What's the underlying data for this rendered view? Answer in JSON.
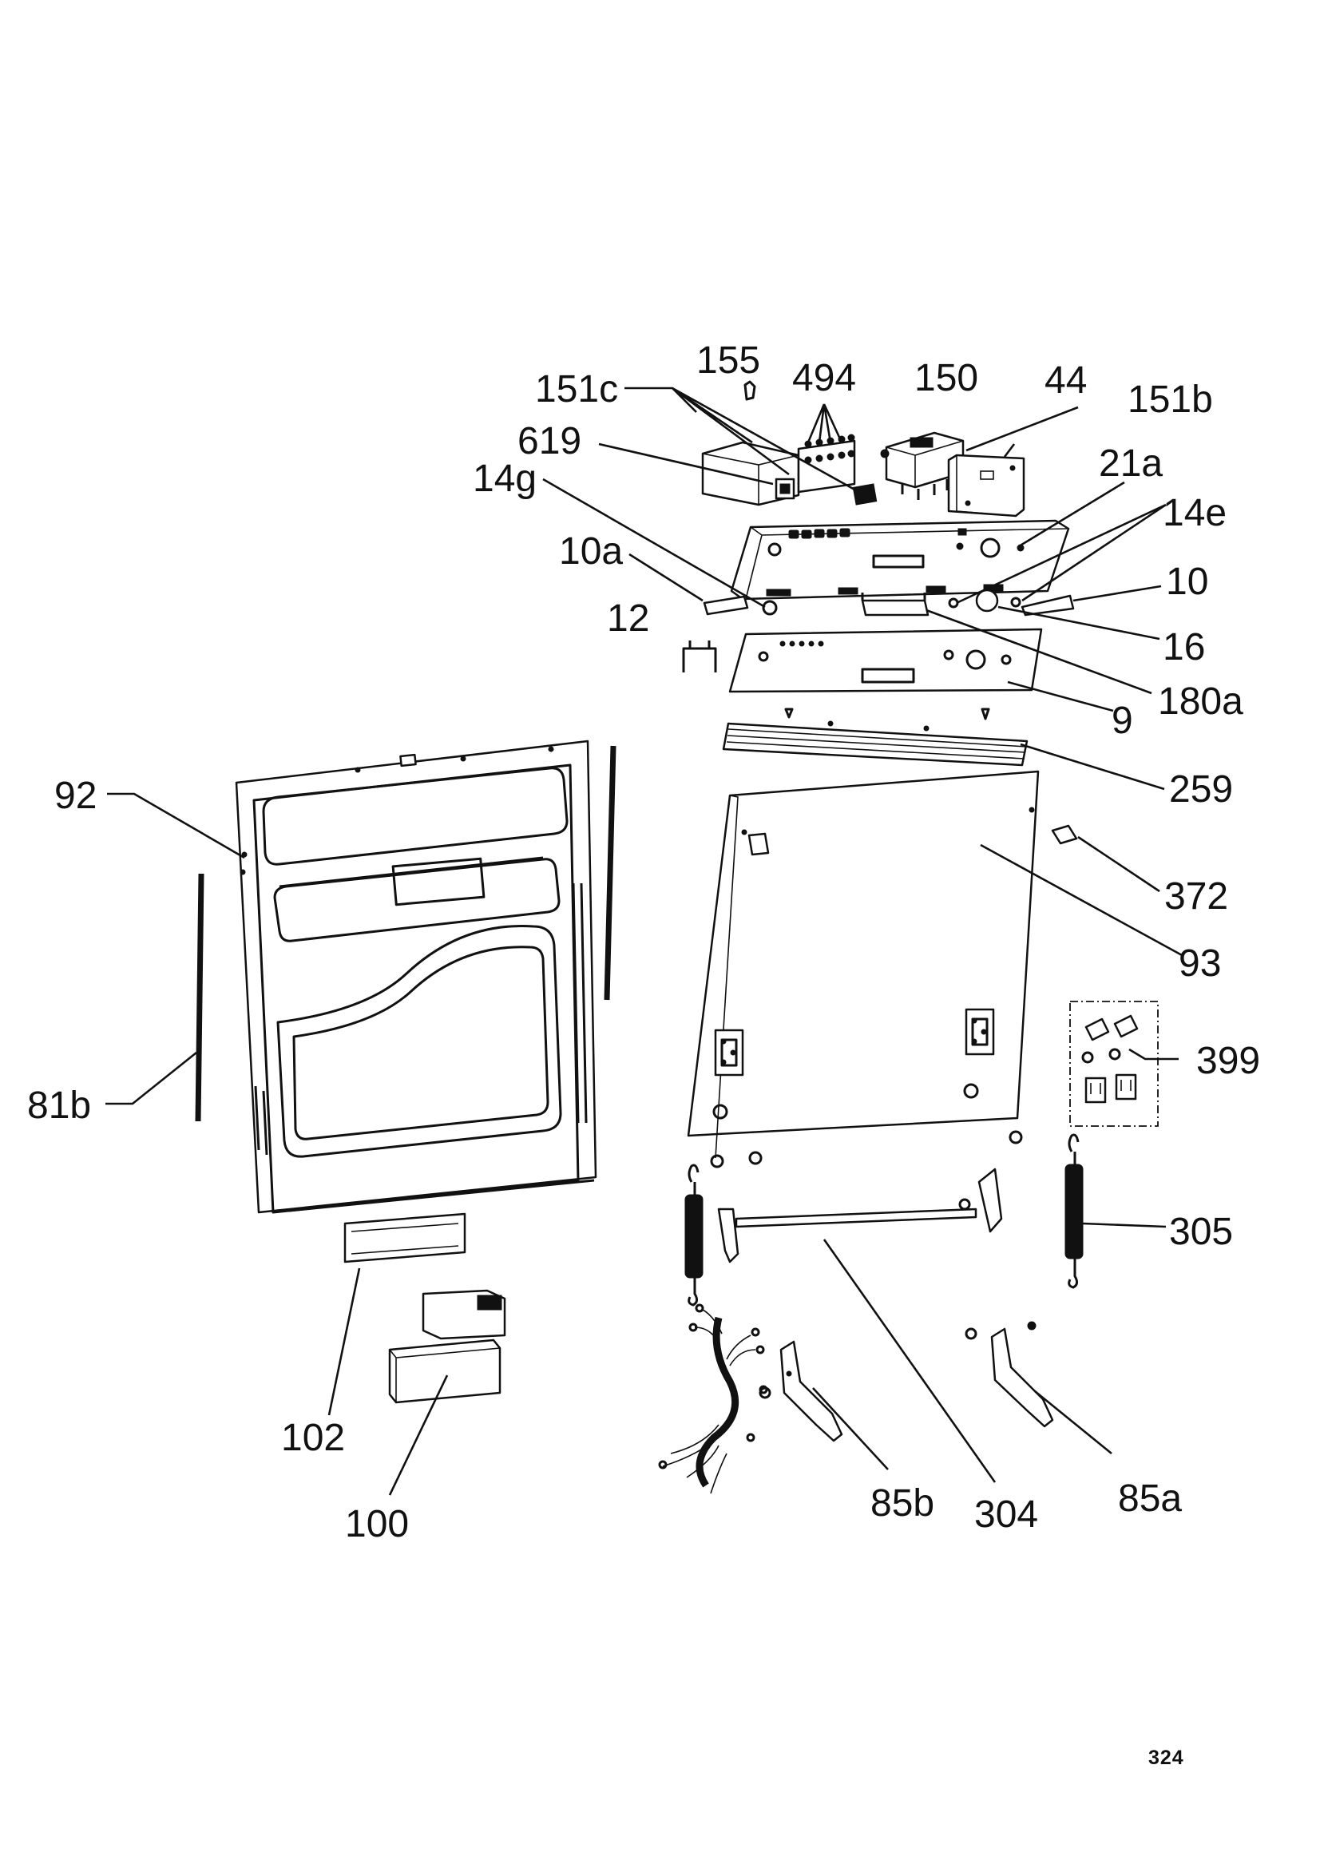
{
  "labels": {
    "p155": "155",
    "p494": "494",
    "p150": "150",
    "p44": "44",
    "p151c": "151c",
    "p151b": "151b",
    "p619": "619",
    "p21a": "21a",
    "p14g": "14g",
    "p14e": "14e",
    "p10a": "10a",
    "p10": "10",
    "p12": "12",
    "p16": "16",
    "p180a": "180a",
    "p9": "9",
    "p259": "259",
    "p92": "92",
    "p372": "372",
    "p93": "93",
    "p399": "399",
    "p81b": "81b",
    "p305": "305",
    "p102": "102",
    "p100": "100",
    "p85b": "85b",
    "p304": "304",
    "p85a": "85a"
  },
  "page_number": "324",
  "colors": {
    "ink": "#111111",
    "paper": "#ffffff"
  }
}
